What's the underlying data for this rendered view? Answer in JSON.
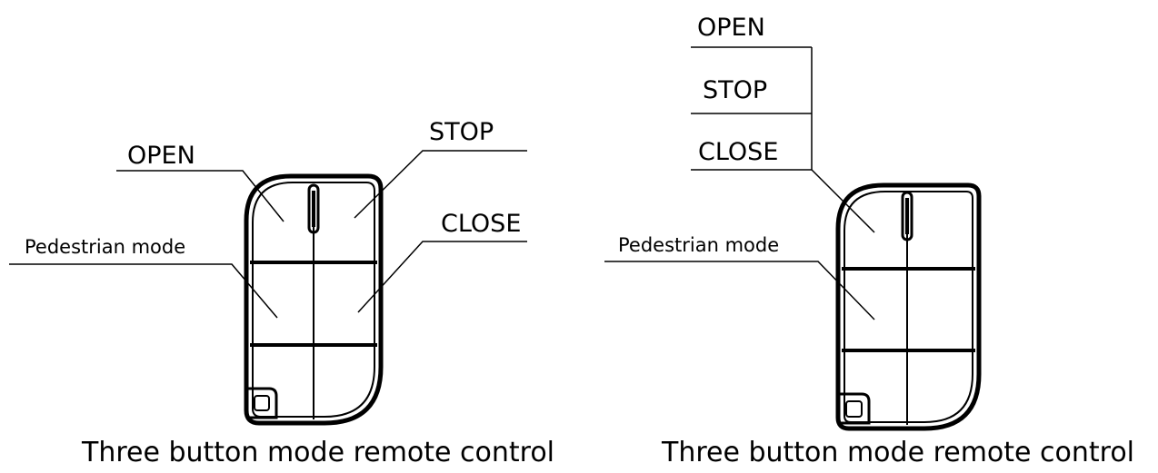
{
  "left_diagram": {
    "labels": {
      "open": "OPEN",
      "stop": "STOP",
      "close": "CLOSE",
      "pedestrian": "Pedestrian mode"
    },
    "caption": "Three button mode remote control"
  },
  "right_diagram": {
    "labels": {
      "open": "OPEN",
      "stop": "STOP",
      "close": "CLOSE",
      "pedestrian": "Pedestrian mode"
    },
    "caption": "Three button mode remote control"
  }
}
